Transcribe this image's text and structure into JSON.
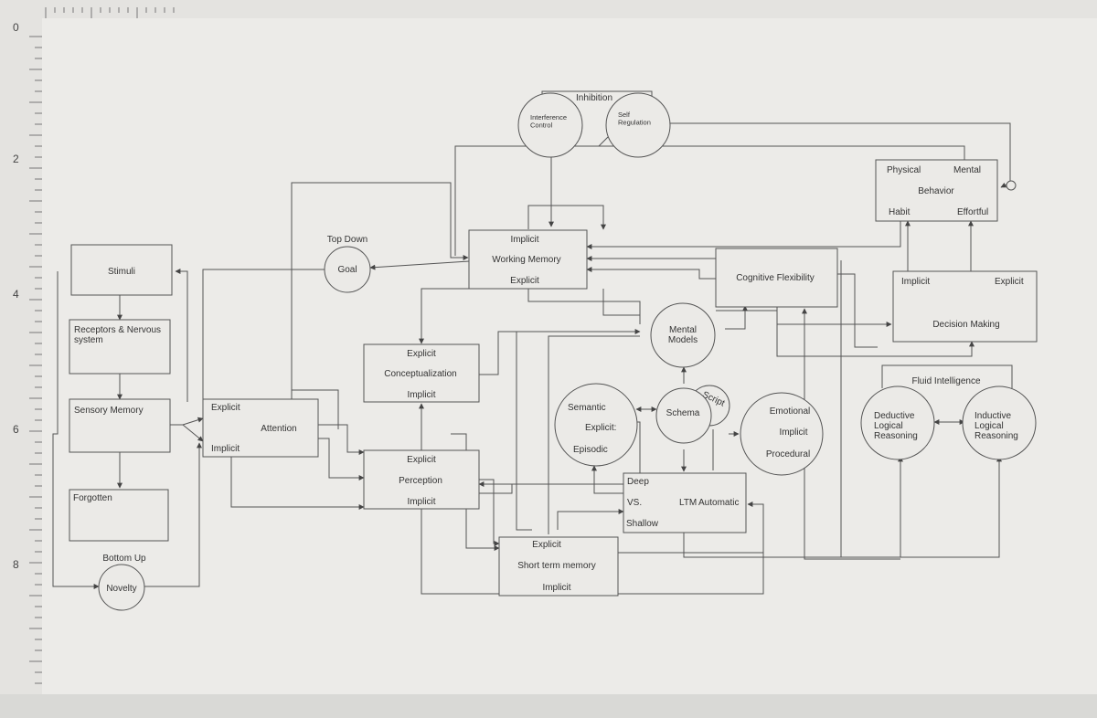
{
  "ruler": {
    "marks": [
      "0",
      "2",
      "4",
      "6",
      "8"
    ]
  },
  "labels": {
    "inhibition": "Inhibition",
    "interference_control": "Interference\nControl",
    "self_regulation": "Self\nRegulation",
    "behavior_physical": "Physical",
    "behavior_mental": "Mental",
    "behavior": "Behavior",
    "behavior_habit": "Habit",
    "behavior_effortful": "Effortful",
    "top_down": "Top Down",
    "goal": "Goal",
    "wm_implicit": "Implicit",
    "working_memory": "Working Memory",
    "wm_explicit": "Explicit",
    "cognitive_flexibility": "Cognitive Flexibility",
    "dm_implicit": "Implicit",
    "dm_explicit": "Explicit",
    "decision_making": "Decision Making",
    "stimuli": "Stimuli",
    "receptors": "Receptors & Nervous\nsystem",
    "sensory_memory": "Sensory Memory",
    "forgotten": "Forgotten",
    "bottom_up": "Bottom Up",
    "novelty": "Novelty",
    "att_explicit": "Explicit",
    "attention": "Attention",
    "att_implicit": "Implicit",
    "con_explicit": "Explicit",
    "conceptualization": "Conceptualization",
    "con_implicit": "Implicit",
    "mental_models": "Mental\nModels",
    "semantic": "Semantic",
    "sem_explicit": "Explicit:",
    "episodic": "Episodic",
    "schema": "Schema",
    "script": "Script",
    "emotional": "Emotional",
    "emo_implicit": "Implicit",
    "procedural": "Procedural",
    "fluid_intelligence": "Fluid Intelligence",
    "deductive": "Deductive\nLogical\nReasoning",
    "inductive": "Inductive\nLogical\nReasoning",
    "per_explicit": "Explicit",
    "perception": "Perception",
    "per_implicit": "Implicit",
    "ltm_deep": "Deep",
    "ltm_vs": "VS.",
    "ltm": "LTM",
    "ltm_automatic": "Automatic",
    "ltm_shallow": "Shallow",
    "stm_explicit": "Explicit",
    "short_term_memory": "Short term memory",
    "stm_implicit": "Implicit"
  }
}
